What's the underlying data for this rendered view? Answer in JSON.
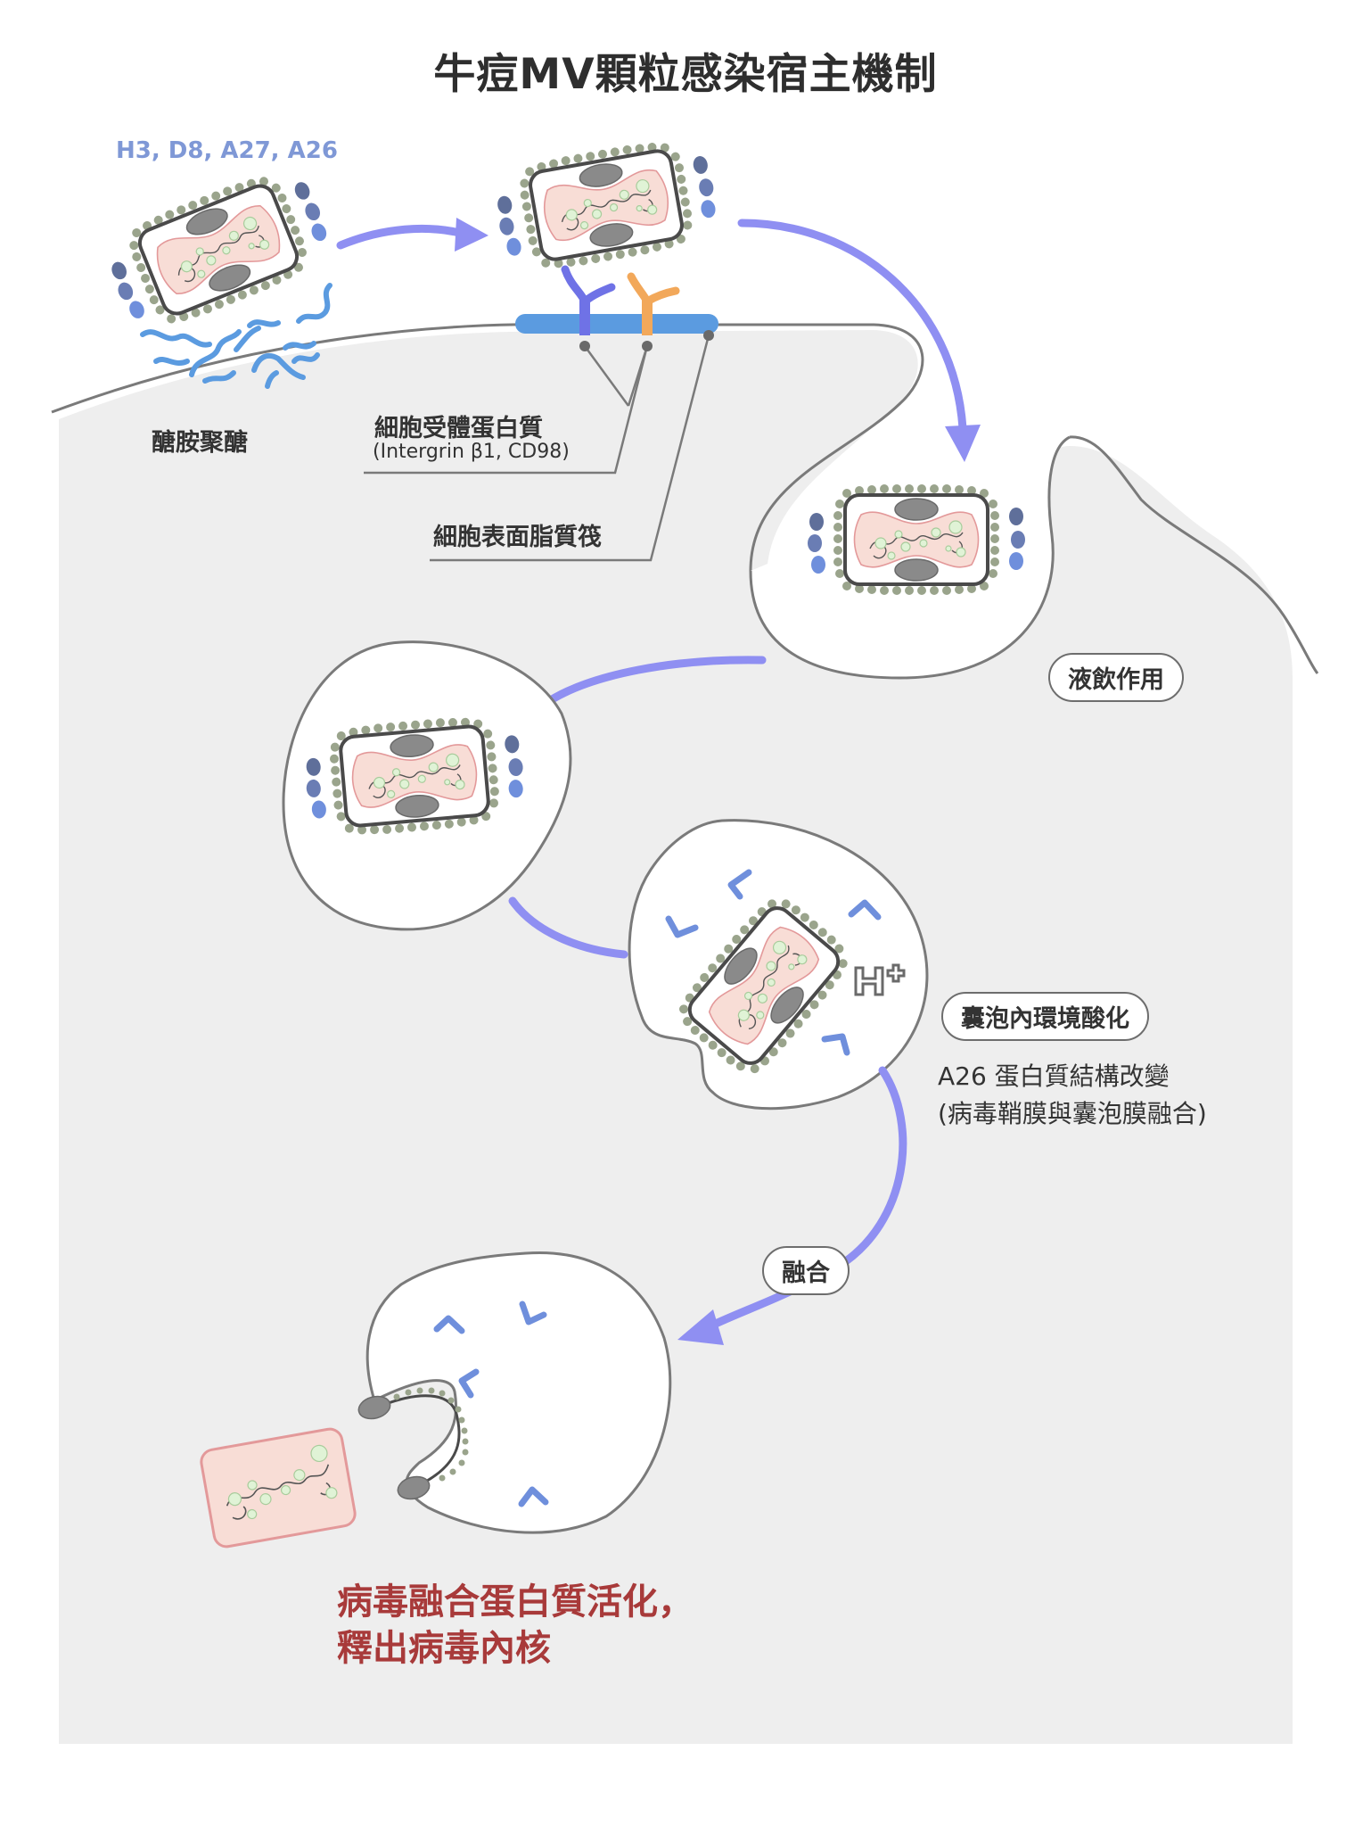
{
  "title": "牛痘MV顆粒感染宿主機制",
  "labels": {
    "virus_proteins": "H3, D8, A27, A26",
    "heparan_sulfate": "醣胺聚醣",
    "receptor_title": "細胞受體蛋白質",
    "receptor_sub": "(Intergrin β1, CD98)",
    "lipid_raft": "細胞表面脂質筏",
    "macropinocytosis": "液飲作用",
    "acidification": "囊泡內環境酸化",
    "a26_change_line1": "A26 蛋白質結構改變",
    "a26_change_line2": "(病毒鞘膜與囊泡膜融合)",
    "fusion": "融合",
    "h_plus": "H+",
    "result_line1": "病毒融合蛋白質活化，",
    "result_line2": "釋出病毒內核"
  },
  "colors": {
    "arrow": "#8f8ff2",
    "protein_blue": "#7f98d6",
    "receptor_purple": "#6f72e6",
    "receptor_orange": "#f2a85a",
    "membrane_bar": "#5b9be0",
    "result_red": "#a83a3a",
    "cell_fill": "#eeeeee",
    "outline": "#7a7a7a"
  },
  "steps": [
    {
      "id": "attachment",
      "label": "醣胺聚醣"
    },
    {
      "id": "receptor-binding",
      "label": "細胞受體蛋白質"
    },
    {
      "id": "macropinocytosis",
      "label": "液飲作用"
    },
    {
      "id": "acidification",
      "label": "囊泡內環境酸化"
    },
    {
      "id": "fusion",
      "label": "融合"
    },
    {
      "id": "core-release",
      "label": "釋出病毒內核"
    }
  ]
}
